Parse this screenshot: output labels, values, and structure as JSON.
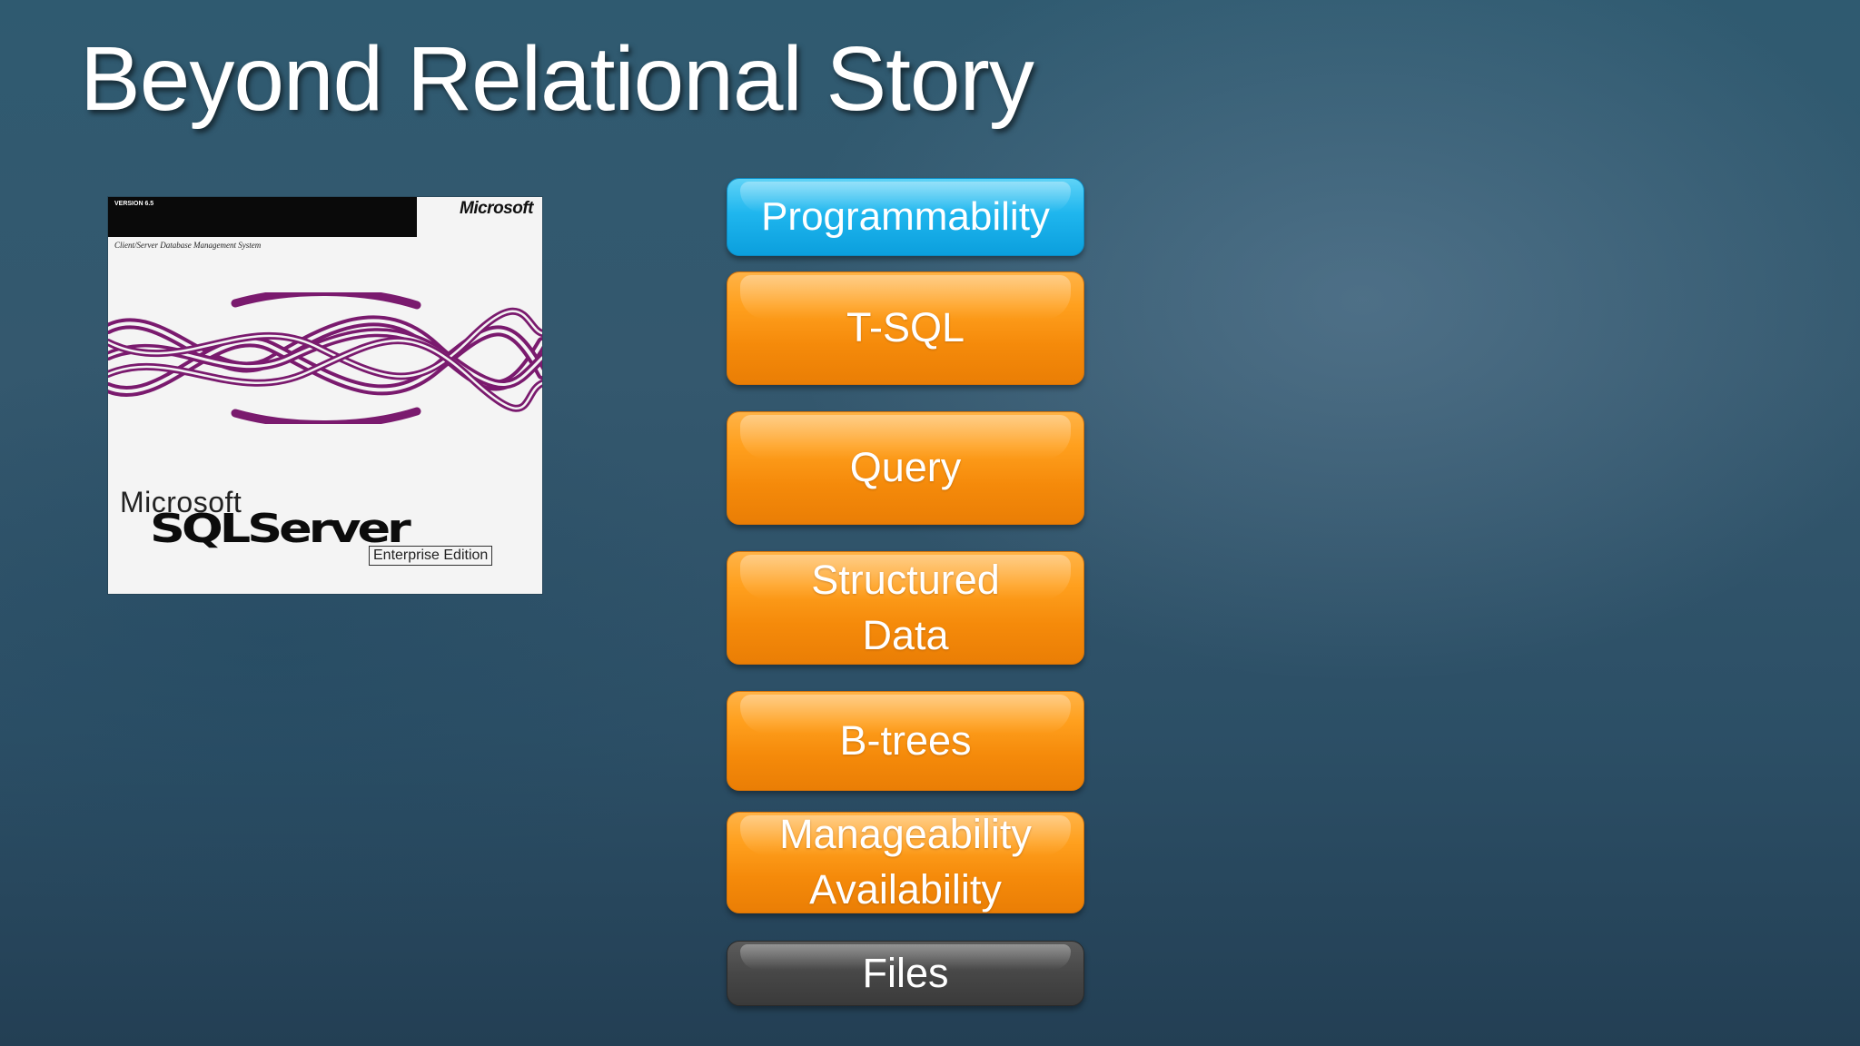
{
  "slide": {
    "title": "Beyond Relational Story"
  },
  "product_box": {
    "version": "VERSION 6.5",
    "brand_top": "Microsoft",
    "subtitle": "Client/Server Database Management System",
    "brand_word": "Microsoft",
    "product_name": "SQLServer",
    "edition": "Enterprise Edition",
    "weave_color": "#7a1a6e"
  },
  "layers": [
    {
      "label": "Programmability",
      "color": "#1fb6ee"
    },
    {
      "label": "T-SQL",
      "color": "#f58a0a"
    },
    {
      "label": "Query",
      "color": "#f58a0a"
    },
    {
      "label": "Structured\nData",
      "color": "#f58a0a"
    },
    {
      "label": "B-trees",
      "color": "#f58a0a"
    },
    {
      "label": "Manageability\nAvailability",
      "color": "#f58a0a"
    },
    {
      "label": "Files",
      "color": "#474747"
    }
  ]
}
